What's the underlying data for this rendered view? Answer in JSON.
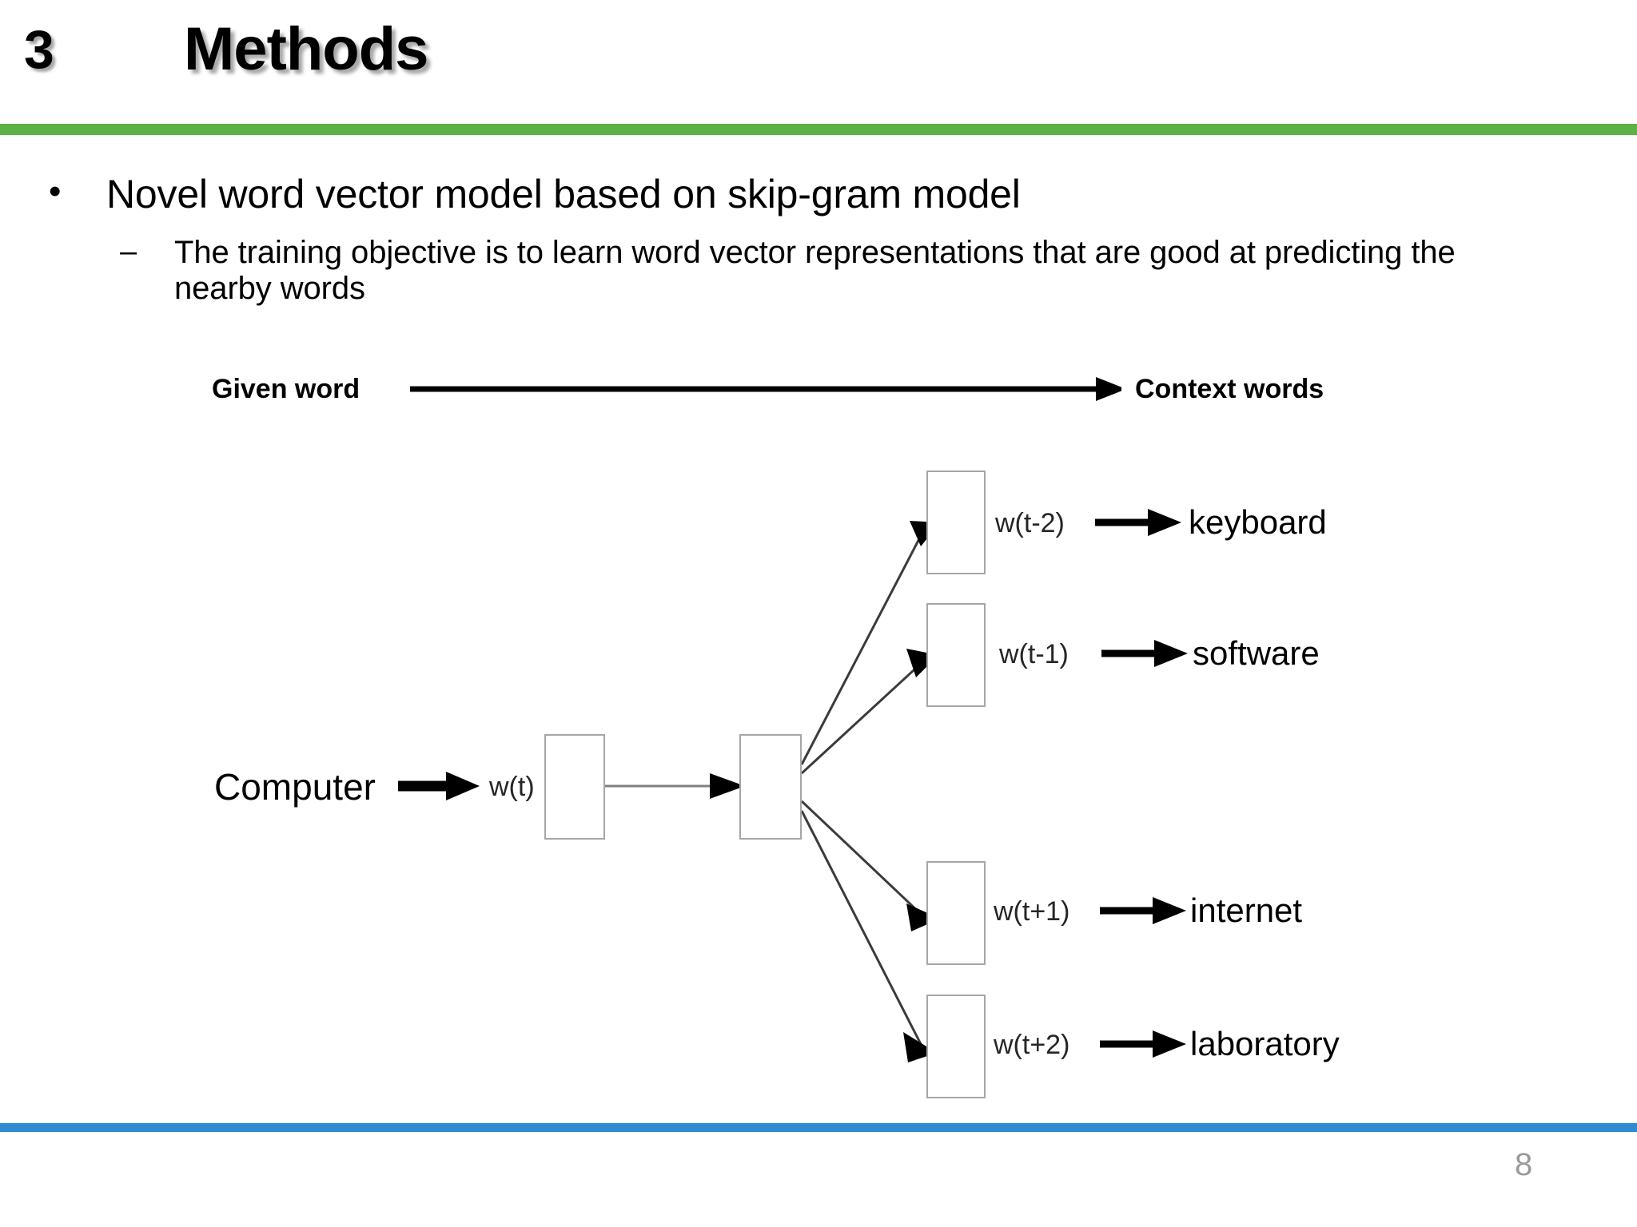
{
  "header": {
    "number": "3",
    "title": "Methods",
    "rule_color": "#5BB245"
  },
  "content": {
    "bullet_marker": "•",
    "bullet_text": "Novel word vector model based on skip-gram model",
    "subbullet_marker": "–",
    "subbullet_text": "The training objective is to learn word vector representations that are good at predicting the nearby words"
  },
  "diagram": {
    "axis": {
      "left_label": "Given word",
      "right_label": "Context words"
    },
    "input": {
      "word": "Computer",
      "code": "w(t)"
    },
    "outputs": [
      {
        "code": "w(t-2)",
        "word": "keyboard"
      },
      {
        "code": "w(t-1)",
        "word": "software"
      },
      {
        "code": "w(t+1)",
        "word": "internet"
      },
      {
        "code": "w(t+2)",
        "word": "laboratory"
      }
    ]
  },
  "footer": {
    "rule_color": "#2E8BD4",
    "page_number": "8"
  }
}
